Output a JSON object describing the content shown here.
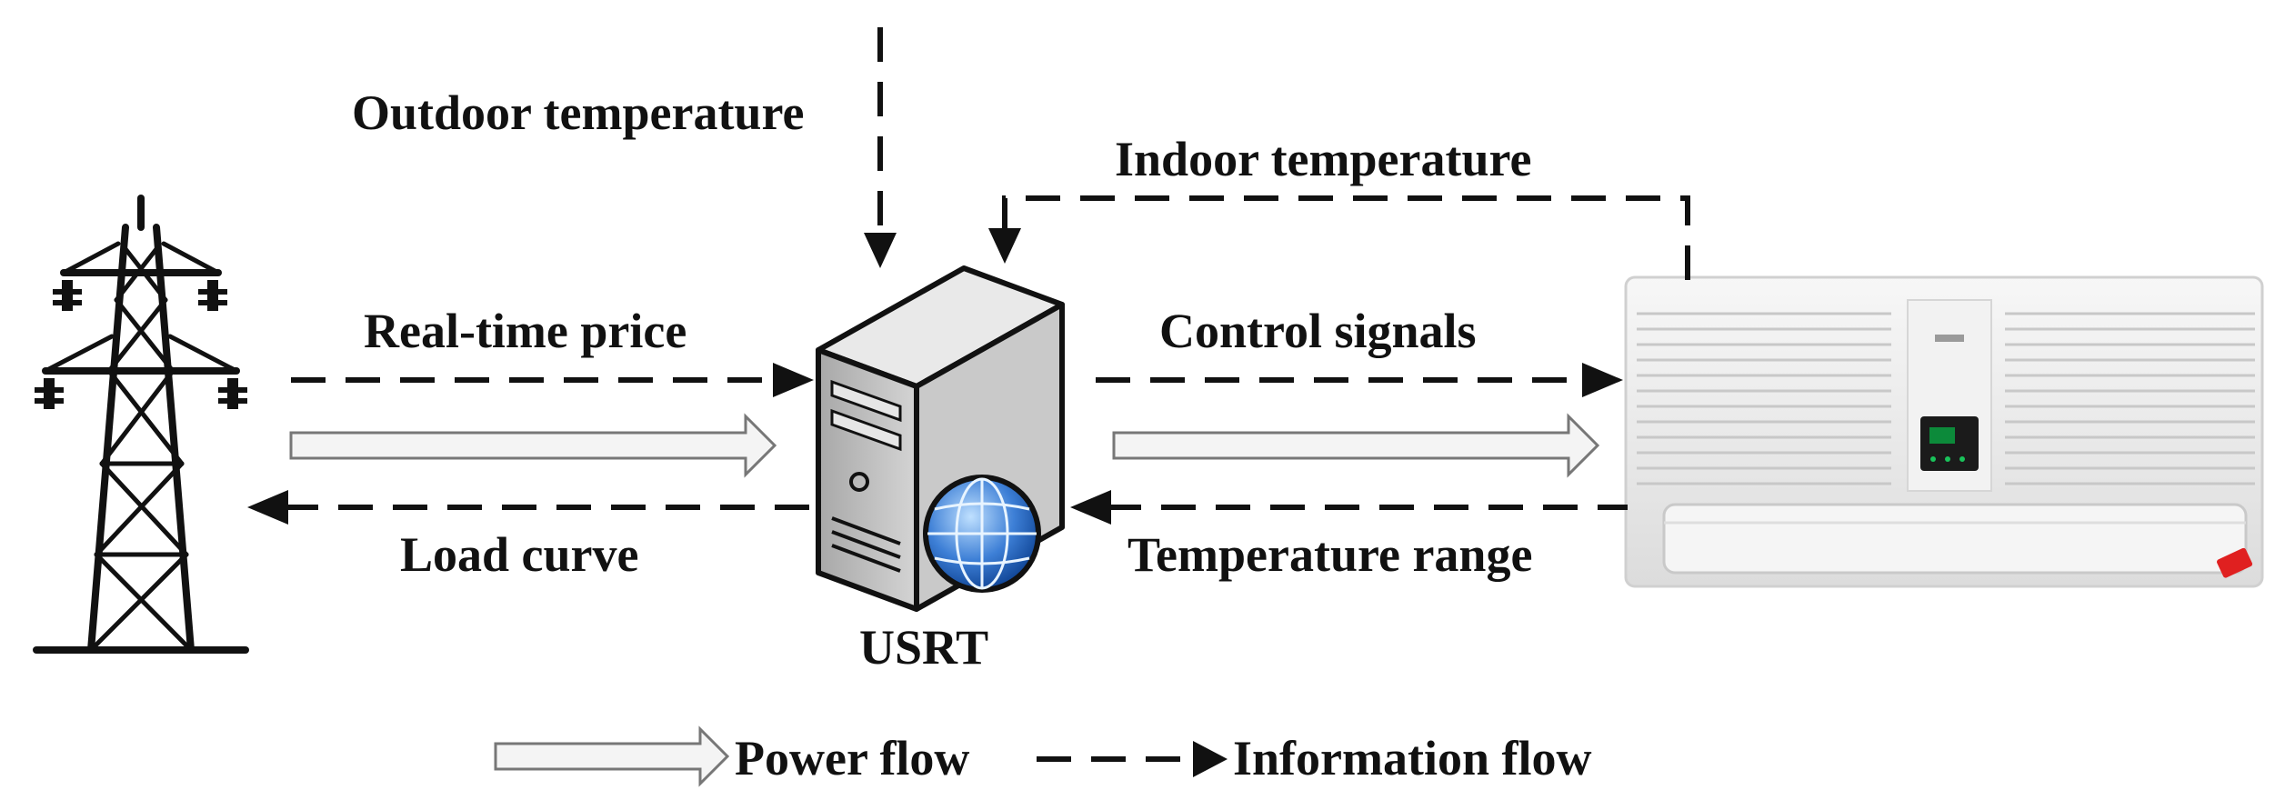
{
  "labels": {
    "outdoor_temperature": "Outdoor temperature",
    "indoor_temperature": "Indoor temperature",
    "real_time_price": "Real-time price",
    "control_signals": "Control signals",
    "load_curve": "Load curve",
    "temperature_range": "Temperature range",
    "usrt": "USRT"
  },
  "legend": {
    "power_flow": "Power flow",
    "information_flow": "Information flow"
  },
  "colors": {
    "ink": "#111111",
    "server_body": "#b9b9b9",
    "globe": "#3d7fd6",
    "ac_body": "#eeeeee",
    "ac_display": "#0c8a3a",
    "ac_indicator": "#e02020"
  },
  "icons": [
    "transmission-tower-icon",
    "server-icon",
    "globe-icon",
    "air-conditioner-icon"
  ]
}
